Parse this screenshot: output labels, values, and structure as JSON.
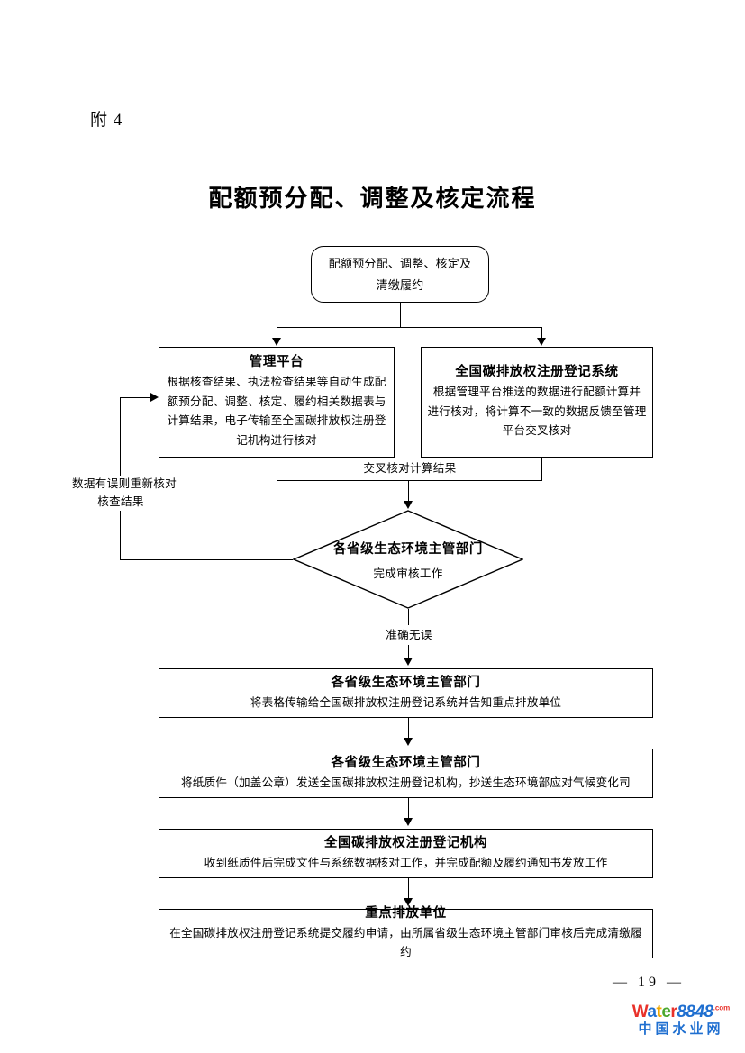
{
  "document": {
    "attachment_label": "附 4",
    "title": "配额预分配、调整及核定流程",
    "page_number": "— 19 —"
  },
  "flow": {
    "start": {
      "line1": "配额预分配、调整、核定及",
      "line2": "清缴履约"
    },
    "platform_box": {
      "title": "管理平台",
      "line1": "根据核查结果、执法检查结果等自动生成配",
      "line2": "额预分配、调整、核定、履约相关数据表与",
      "line3": "计算结果，电子传输至全国碳排放权注册登",
      "line4": "记机构进行核对"
    },
    "registry_box": {
      "title": "全国碳排放权注册登记系统",
      "line1": "根据管理平台推送的数据进行配额计算并",
      "line2": "进行核对，将计算不一致的数据反馈至管理",
      "line3": "平台交叉核对"
    },
    "crosscheck_label": "交叉核对计算结果",
    "feedback_label": {
      "line1": "数据有误则重新核对",
      "line2": "核查结果"
    },
    "decision": {
      "title": "各省级生态环境主管部门",
      "subtitle": "完成审核工作"
    },
    "pass_label": "准确无误",
    "step1": {
      "title": "各省级生态环境主管部门",
      "body": "将表格传输给全国碳排放权注册登记系统并告知重点排放单位"
    },
    "step2": {
      "title": "各省级生态环境主管部门",
      "body": "将纸质件（加盖公章）发送全国碳排放权注册登记机构，抄送生态环境部应对气候变化司"
    },
    "step3": {
      "title": "全国碳排放权注册登记机构",
      "body": "收到纸质件后完成文件与系统数据核对工作，并完成配额及履约通知书发放工作"
    },
    "step4": {
      "title": "重点排放单位",
      "body": "在全国碳排放权注册登记系统提交履约申请，由所属省级生态环境主管部门审核后完成清缴履约"
    }
  },
  "watermark": {
    "w": "W",
    "a": "a",
    "t": "t",
    "e": "e",
    "r": "r",
    "digits": "8848",
    "dotcom": ".com",
    "chinese": "中国水业网",
    "colors": {
      "red": "#e8312a",
      "blue": "#1f6fd0",
      "yellow": "#f0a800",
      "green": "#4aa72e"
    }
  }
}
